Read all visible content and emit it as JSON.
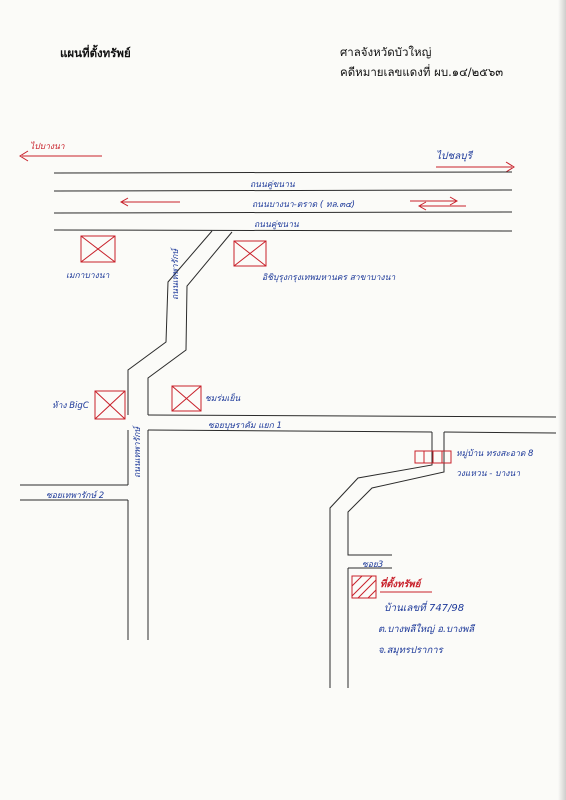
{
  "header": {
    "title": "แผนที่ตั้งทรัพย์",
    "court": "ศาลจังหวัดบัวใหญ่",
    "case_number": "คดีหมายเลขแดงที่ ผบ.๑๔/๒๕๖๓"
  },
  "directions": {
    "left": "ไปบางนา",
    "right": "ไปชลบุรี"
  },
  "roads": {
    "frontage_top": "ถนนคู่ขนาน",
    "main_highway": "ถนนบางนา-ตราด ( ทล.๓๔)",
    "frontage_bottom": "ถนนคู่ขนาน",
    "vertical_upper": "ถนนเทพารักษ์",
    "soi_middle": "ซอยบุษราคัม แยก 1",
    "vertical_lower": "ถนนเทพารักษ์",
    "soi_left": "ซอยเทพารักษ์ 2",
    "soi_3": "ซอย3"
  },
  "landmarks": {
    "left_top": "เมกาบางนา",
    "right_top": "อิชิบุรุงกรุงเทพมหานคร สาขาบางนา",
    "left_mid": "ห้าง BigC",
    "center_mid": "ชมร่มเย็น",
    "village_line1": "หมู่บ้าน ทรงสะอาด 8",
    "village_line2": "วงแหวน - บางนา"
  },
  "property": {
    "label": "ที่ตั้งทรัพย์",
    "address_line1": "บ้านเลขที่ 747/98",
    "address_line2": "ต.บางพลีใหญ่ อ.บางพลี",
    "address_line3": "จ.สมุทรปราการ"
  },
  "colors": {
    "ink_blue": "#1e3a9a",
    "ink_red": "#c8202a",
    "ink_black": "#2b2b2b"
  }
}
